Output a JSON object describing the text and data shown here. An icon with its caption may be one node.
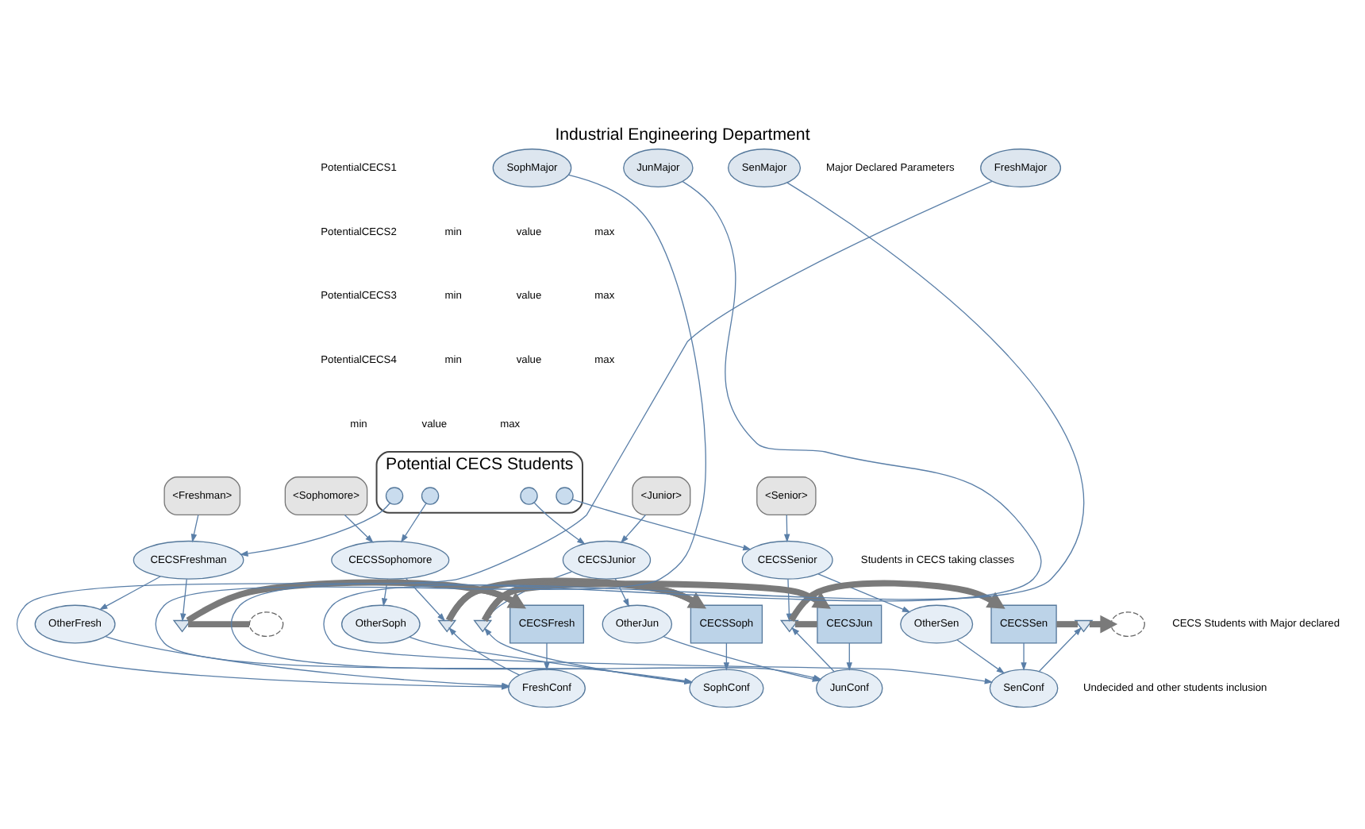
{
  "diagram": {
    "title": "Industrial Engineering Department",
    "nodes": [
      {
        "text": [
          "<Freshman>"
        ]
      },
      {
        "text": [
          "<Sophomore>"
        ]
      },
      {
        "text": [
          "<Junior>"
        ]
      },
      {
        "text": [
          "<Senior>"
        ]
      },
      {
        "text": [
          "Potential CECS Students"
        ]
      },
      {
        "text": [],
        "shape": "circle",
        "in": 4
      },
      {
        "text": [],
        "shape": "circle",
        "in": 4
      },
      {
        "text": [],
        "shape": "circle",
        "in": 4
      },
      {
        "text": [],
        "shape": "circle",
        "in": 4
      },
      {
        "text": [
          "CECSFreshman"
        ]
      },
      {
        "text": [
          "CECSSophomore"
        ]
      },
      {
        "text": [
          "CECSJunior"
        ]
      },
      {
        "text": [
          "CECSSenior"
        ]
      },
      {
        "text": [],
        "shape": "cloud"
      },
      {
        "text": [],
        "shape": "valve"
      },
      {
        "text": [
          "CECSFresh"
        ]
      },
      {
        "text": [],
        "shape": "valve"
      },
      {
        "text": [
          "CECSSoph"
        ]
      },
      {
        "text": [],
        "shape": "valve"
      },
      {
        "text": [
          "CECSJun"
        ]
      },
      {
        "text": [],
        "shape": "valve"
      },
      {
        "text": [
          "CECSSen"
        ]
      },
      {
        "text": [],
        "shape": "valve"
      },
      {
        "text": [],
        "shape": "cloud"
      },
      {
        "text": [
          "FreshConf"
        ]
      },
      {
        "text": [
          "SophConf"
        ]
      },
      {
        "text": [
          "JunConf"
        ]
      },
      {
        "text": [
          "SenConf"
        ]
      },
      {
        "text": [
          "FreshMajor"
        ]
      },
      {
        "text": [
          "SophMajor"
        ]
      },
      {
        "text": [
          "JunMajor"
        ]
      },
      {
        "text": [
          "SenMajor"
        ]
      },
      {
        "text": [
          "OtherFresh"
        ]
      },
      {
        "text": [
          "OtherSoph"
        ]
      },
      {
        "text": [
          "OtherJun"
        ]
      },
      {
        "text": [
          "OtherSen"
        ]
      }
    ],
    "edges": [
      {
        "from": 0,
        "to": 9,
        "arrow": "to"
      },
      {
        "from": 5,
        "to": 9,
        "arrow": "to"
      },
      {
        "from": 1,
        "to": 10,
        "arrow": "to"
      },
      {
        "from": 6,
        "to": 10,
        "arrow": "to"
      },
      {
        "from": 2,
        "to": 11,
        "arrow": "to"
      },
      {
        "from": 7,
        "to": 11,
        "arrow": "to"
      },
      {
        "from": 3,
        "to": 12,
        "arrow": "to"
      },
      {
        "from": 8,
        "to": 12,
        "arrow": "to"
      },
      {
        "from": 9,
        "to": 14,
        "arrow": "to"
      },
      {
        "from": 10,
        "to": 16,
        "arrow": "to"
      },
      {
        "from": 11,
        "to": 18,
        "arrow": "to"
      },
      {
        "from": 12,
        "to": 20,
        "arrow": "to"
      },
      {
        "from": 13,
        "to": 14,
        "arrow": "none",
        "style": "thick"
      },
      {
        "from": 14,
        "to": 15,
        "arrow": "to",
        "style": "thick"
      },
      {
        "from": 15,
        "to": 16,
        "arrow": "none",
        "style": "thick"
      },
      {
        "from": 16,
        "to": 17,
        "arrow": "to",
        "style": "thick"
      },
      {
        "from": 17,
        "to": 18,
        "arrow": "none",
        "style": "thick"
      },
      {
        "from": 18,
        "to": 19,
        "arrow": "to",
        "style": "thick"
      },
      {
        "from": 19,
        "to": 20,
        "arrow": "none",
        "style": "thick"
      },
      {
        "from": 20,
        "to": 21,
        "arrow": "to",
        "style": "thick"
      },
      {
        "from": 21,
        "to": 22,
        "arrow": "none",
        "style": "thick"
      },
      {
        "from": 22,
        "to": 23,
        "arrow": "to",
        "style": "thick"
      },
      {
        "from": 15,
        "to": 24,
        "arrow": "to"
      },
      {
        "from": 17,
        "to": 25,
        "arrow": "to"
      },
      {
        "from": 19,
        "to": 26,
        "arrow": "to"
      },
      {
        "from": 21,
        "to": 27,
        "arrow": "to"
      },
      {
        "from": 24,
        "to": 16,
        "arrow": "to"
      },
      {
        "from": 25,
        "to": 18,
        "arrow": "to"
      },
      {
        "from": 26,
        "to": 20,
        "arrow": "to"
      },
      {
        "from": 27,
        "to": 22,
        "arrow": "to"
      },
      {
        "from": 28,
        "to": 24,
        "arrow": "to"
      },
      {
        "from": 29,
        "to": 25,
        "arrow": "to"
      },
      {
        "from": 30,
        "to": 26,
        "arrow": "to"
      },
      {
        "from": 31,
        "to": 27,
        "arrow": "to"
      },
      {
        "from": 32,
        "to": 24,
        "arrow": "to"
      },
      {
        "from": 33,
        "to": 25,
        "arrow": "to"
      },
      {
        "from": 34,
        "to": 26,
        "arrow": "to"
      },
      {
        "from": 35,
        "to": 27,
        "arrow": "to"
      },
      {
        "from": 9,
        "to": 32,
        "arrow": "to"
      },
      {
        "from": 10,
        "to": 33,
        "arrow": "to"
      },
      {
        "from": 11,
        "to": 34,
        "arrow": "to"
      },
      {
        "from": 12,
        "to": 35,
        "arrow": "to"
      }
    ],
    "labels": [
      "PotentialCECS1",
      "PotentialCECS2",
      "min",
      "value",
      "max",
      "PotentialCECS3",
      "min",
      "value",
      "max",
      "PotentialCECS4",
      "min",
      "value",
      "max",
      "min",
      "value",
      "max",
      "Students in CECS taking classes",
      "CECS Students with Major declared",
      "Undecided and other students inclusion",
      "Major Declared Parameters"
    ]
  }
}
